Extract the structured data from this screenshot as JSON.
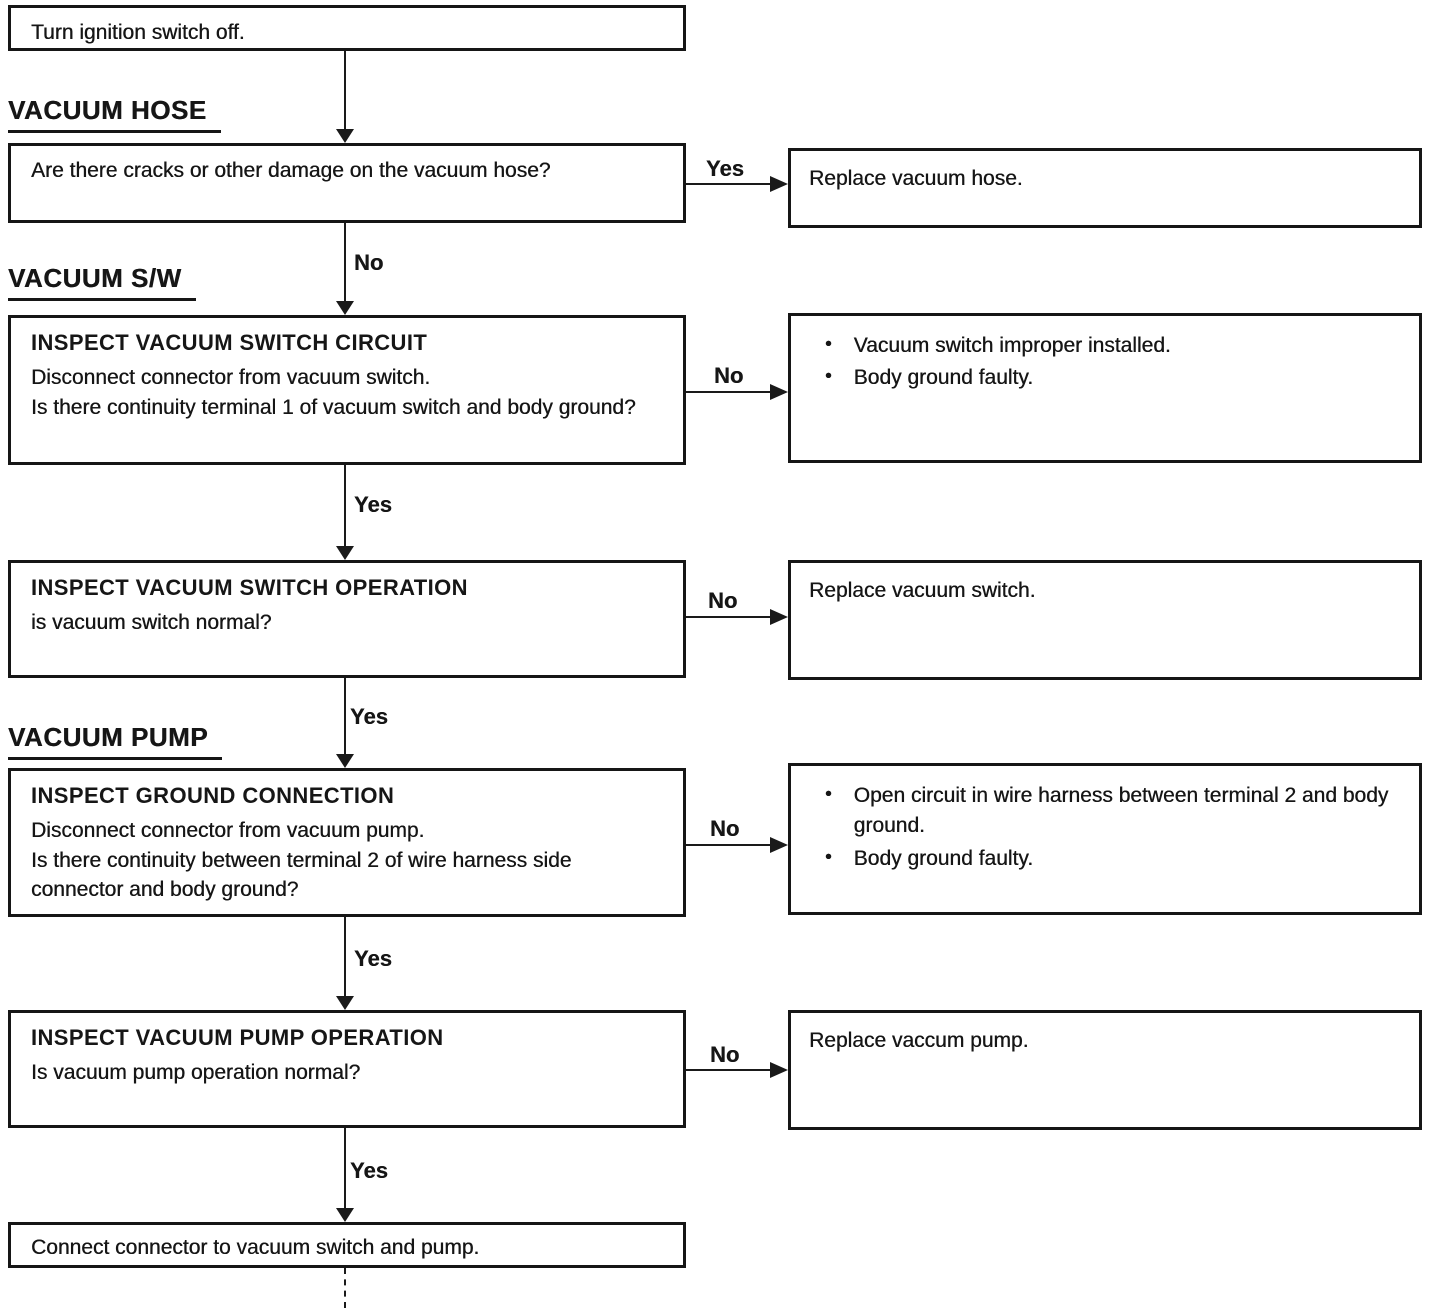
{
  "headings": {
    "hose": "VACUUM HOSE",
    "sw": "VACUUM S/W",
    "pump": "VACUUM PUMP"
  },
  "boxes": {
    "start": {
      "text": "Turn ignition switch off."
    },
    "hose": {
      "question": "Are there cracks or other damage on the vacuum hose?"
    },
    "circuit": {
      "title": "INSPECT VACUUM SWITCH CIRCUIT",
      "step": "Disconnect connector from vacuum switch.",
      "question": "Is there continuity terminal 1 of vacuum switch and body ground?"
    },
    "swop": {
      "title": "INSPECT VACUUM SWITCH OPERATION",
      "question": "is vacuum switch normal?"
    },
    "ground": {
      "title": "INSPECT GROUND CONNECTION",
      "step": "Disconnect connector from vacuum pump.",
      "question": "Is there continuity between terminal 2 of wire harness side connector and body ground?"
    },
    "pumpop": {
      "title": "INSPECT VACUUM PUMP OPERATION",
      "question": "Is vacuum pump operation normal?"
    },
    "end": {
      "text": "Connect connector to vacuum switch and pump."
    }
  },
  "results": {
    "hose": {
      "text": "Replace vacuum hose."
    },
    "circuit": {
      "items": [
        "Vacuum switch improper installed.",
        "Body ground faulty."
      ]
    },
    "swop": {
      "text": "Replace vacuum switch."
    },
    "ground": {
      "items": [
        "Open circuit in wire harness between terminal 2 and body ground.",
        "Body ground faulty."
      ]
    },
    "pumpop": {
      "text": "Replace vaccum pump."
    }
  },
  "edges": {
    "hose_yes": "Yes",
    "hose_no": "No",
    "circuit_no": "No",
    "circuit_yes": "Yes",
    "swop_no": "No",
    "swop_yes": "Yes",
    "ground_no": "No",
    "ground_yes": "Yes",
    "pumpop_no": "No",
    "pumpop_yes": "Yes"
  },
  "glyphs": {
    "bullet": "•"
  },
  "colors": {
    "ink": "#161616",
    "paper": "#ffffff"
  }
}
